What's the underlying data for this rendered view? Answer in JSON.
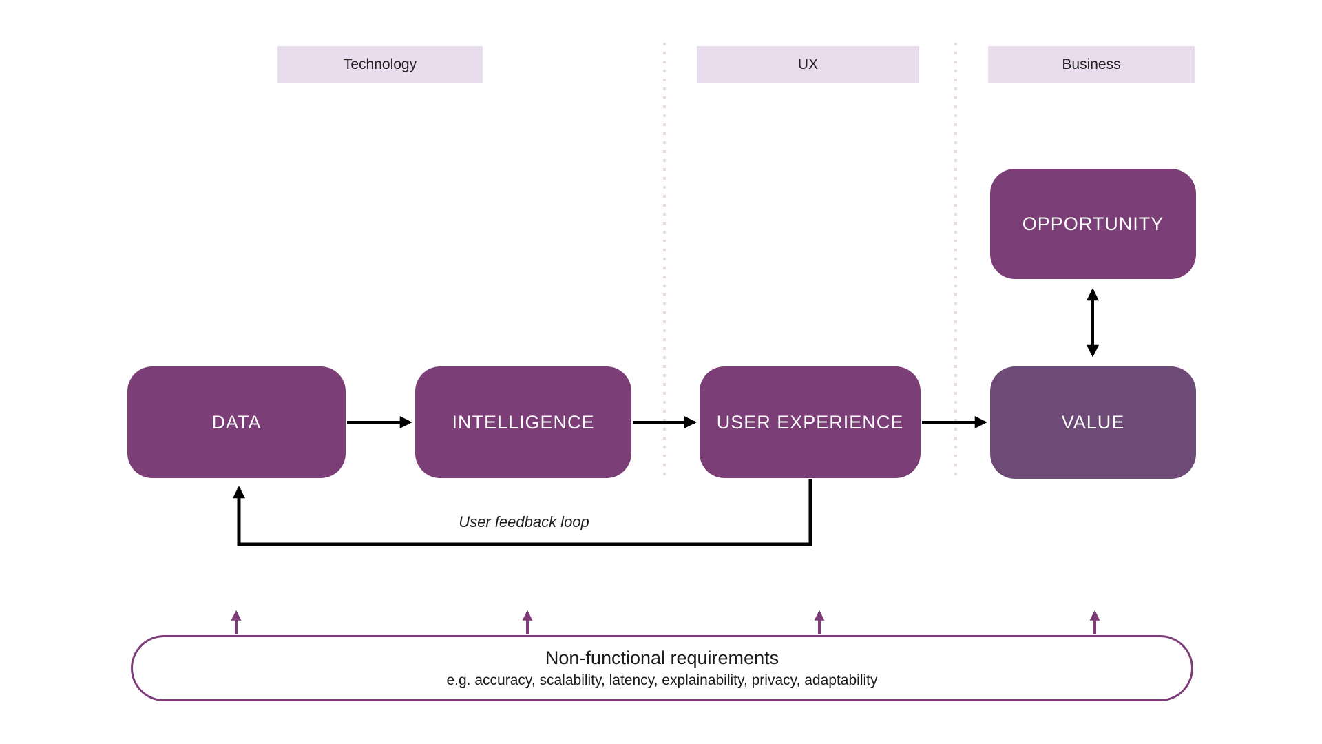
{
  "columns": [
    {
      "id": "technology",
      "label": "Technology"
    },
    {
      "id": "ux",
      "label": "UX"
    },
    {
      "id": "business",
      "label": "Business"
    }
  ],
  "nodes": [
    {
      "id": "data",
      "label": "DATA"
    },
    {
      "id": "intelligence",
      "label": "INTELLIGENCE"
    },
    {
      "id": "user-experience",
      "label": "USER EXPERIENCE"
    },
    {
      "id": "value",
      "label": "VALUE"
    },
    {
      "id": "opportunity",
      "label": "OPPORTUNITY"
    }
  ],
  "flow": [
    "DATA -> INTELLIGENCE",
    "INTELLIGENCE -> USER EXPERIENCE",
    "USER EXPERIENCE -> VALUE",
    "VALUE <-> OPPORTUNITY",
    "USER EXPERIENCE -> DATA (feedback loop)"
  ],
  "feedback": {
    "label": "User feedback loop"
  },
  "nfr": {
    "title": "Non-functional requirements",
    "subtitle": "e.g. accuracy, scalability, latency, explainability, privacy, adaptability"
  },
  "colors": {
    "node_purple": "#7b3e76",
    "value_purple": "#6e4a77",
    "accent_purple": "#7d3c78",
    "label_band": "#e9dcec",
    "divider_dot": "#e9d8e9",
    "arrow_black": "#000000",
    "background": "#ffffff"
  }
}
